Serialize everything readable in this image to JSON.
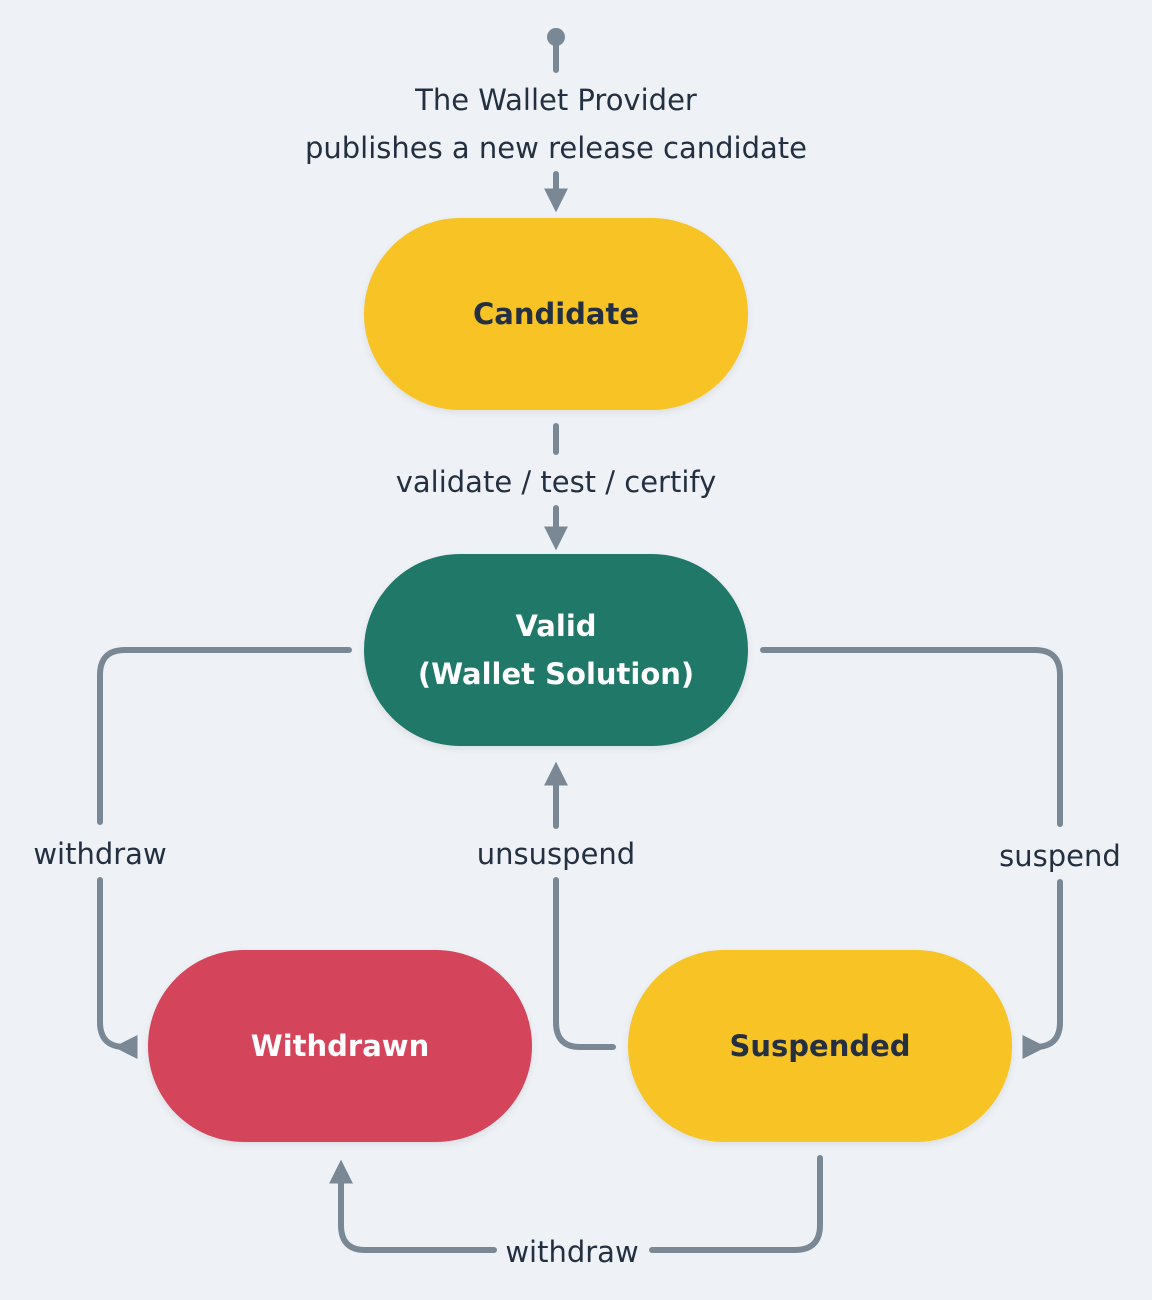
{
  "start_label": [
    "The Wallet Provider",
    "publishes a new release candidate"
  ],
  "nodes": {
    "candidate": {
      "label": "Candidate"
    },
    "valid": {
      "lines": [
        "Valid",
        "(Wallet Solution)"
      ]
    },
    "withdrawn": {
      "label": "Withdrawn"
    },
    "suspended": {
      "label": "Suspended"
    }
  },
  "edges": {
    "validate": "validate / test / certify",
    "withdraw_left": "withdraw",
    "unsuspend": "unsuspend",
    "suspend": "suspend",
    "withdraw_bottom": "withdraw"
  },
  "colors": {
    "background": "#EEF2F6",
    "candidate": "#F7C325",
    "valid": "#1F7868",
    "withdrawn": "#D4455B",
    "suspended": "#F7C325",
    "arrow": "#7A8795",
    "dark_text": "#243041",
    "light_text": "#FFFFFF"
  }
}
